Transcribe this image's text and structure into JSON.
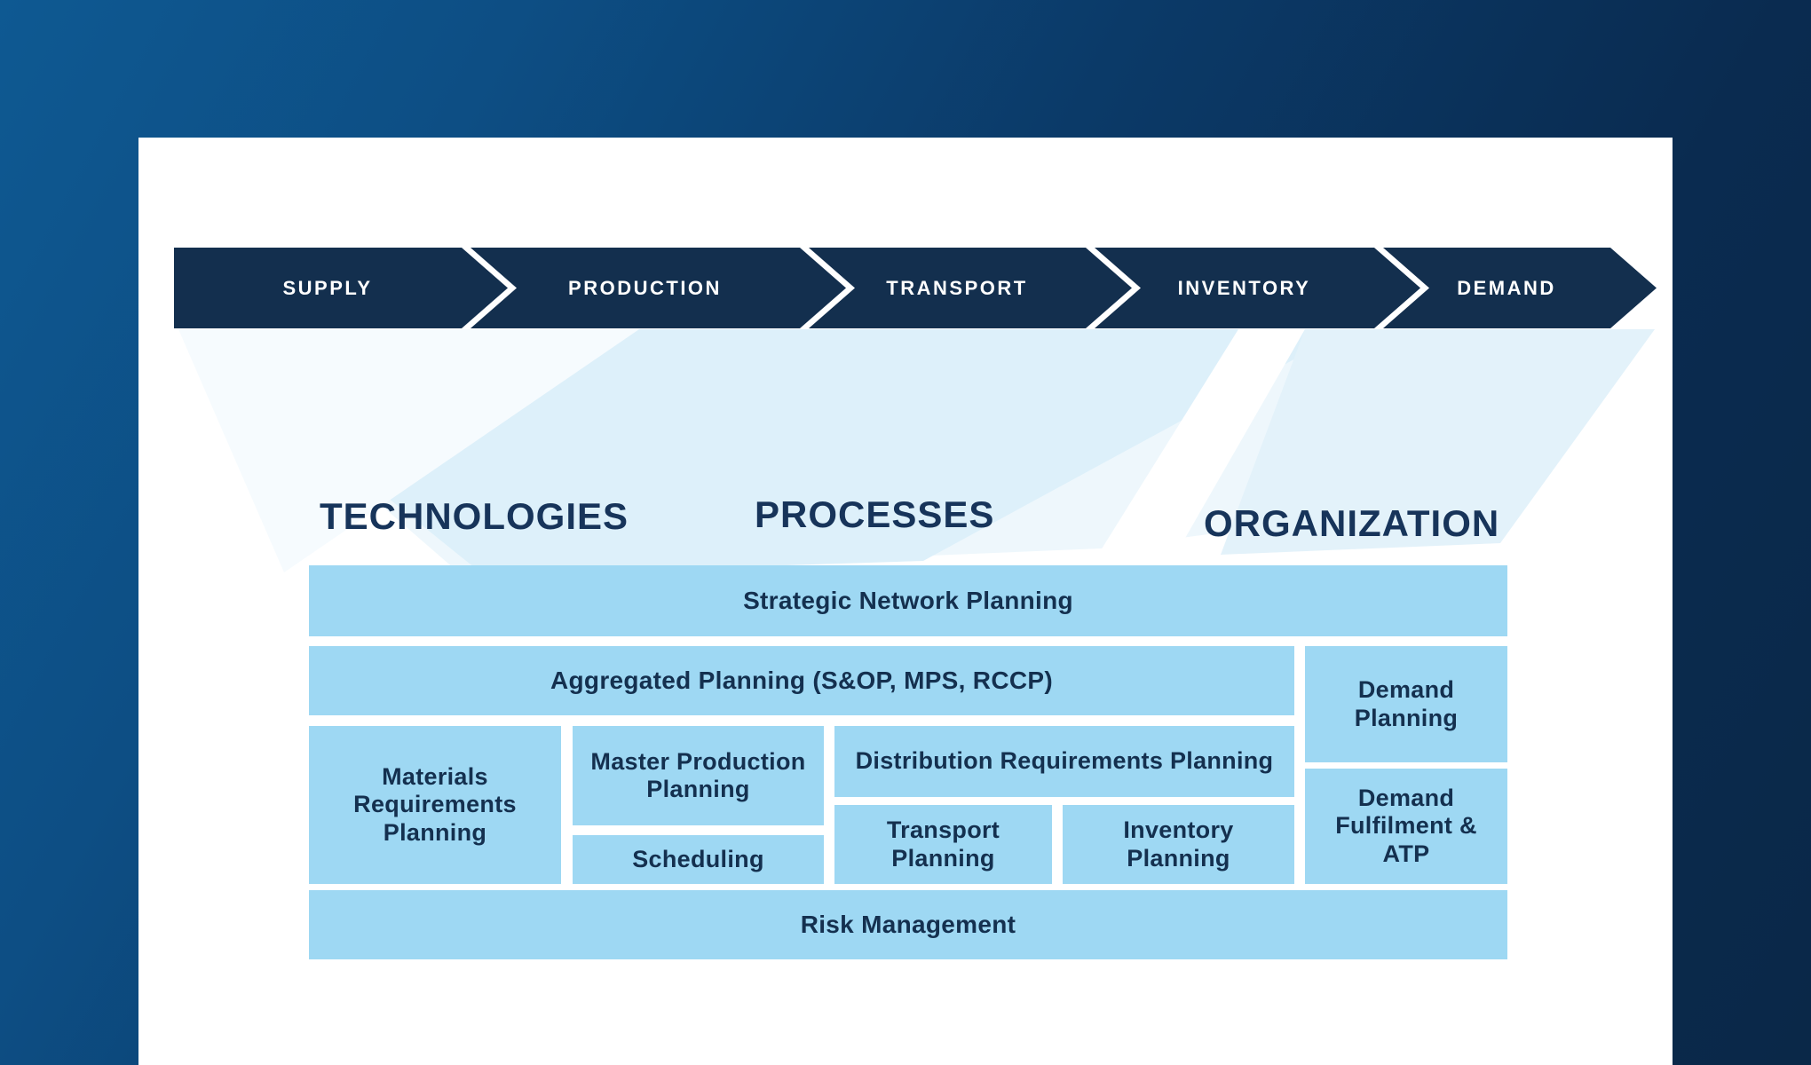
{
  "process_chain": {
    "stages": [
      "SUPPLY",
      "PRODUCTION",
      "TRANSPORT",
      "INVENTORY",
      "DEMAND"
    ]
  },
  "pillars": [
    "TECHNOLOGIES",
    "PROCESSES",
    "ORGANIZATION"
  ],
  "planning_matrix": {
    "strategic": "Strategic Network Planning",
    "aggregated": "Aggregated Planning (S&OP, MPS, RCCP)",
    "demand_planning": "Demand Planning",
    "materials": "Materials Requirements Planning",
    "master_production": "Master Production Planning",
    "scheduling": "Scheduling",
    "distribution": "Distribution Requirements Planning",
    "transport": "Transport Planning",
    "inventory": "Inventory Planning",
    "demand_fulfilment": "Demand Fulfilment & ATP",
    "risk": "Risk Management"
  },
  "colors": {
    "background_top_left": "#0E5992",
    "background_bottom_right": "#0A2848",
    "arrow_bar": "#132F4E",
    "arrow_text": "#FFFFFF",
    "box_fill": "#9ED8F3",
    "navy_text": "#14304F",
    "beam_light": "#EEF7FC",
    "beam_medium": "#DDF0FA"
  }
}
